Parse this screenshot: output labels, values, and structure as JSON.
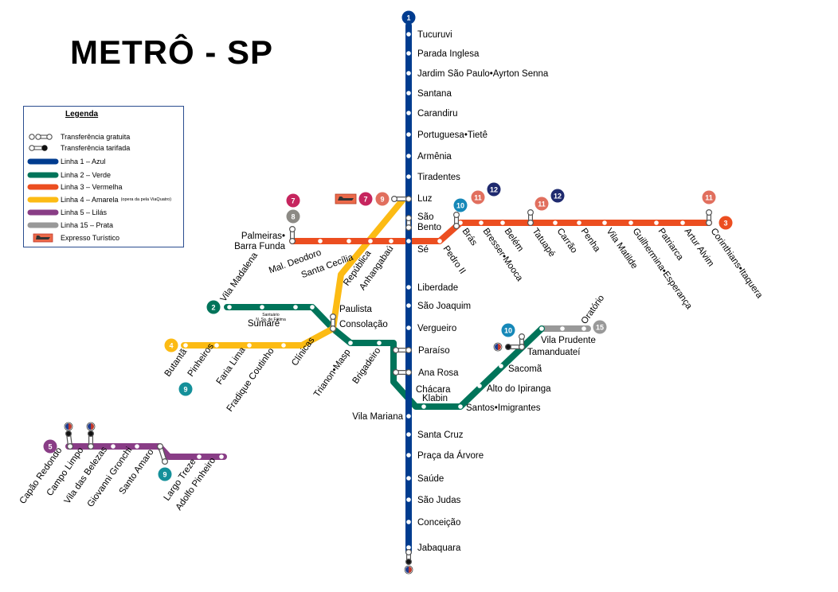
{
  "title": "METRÔ - SP",
  "legend": {
    "title": "Legenda",
    "items": [
      {
        "label": "Transferência gratuita",
        "kind": "free-transfer"
      },
      {
        "label": "Transferência tarifada",
        "kind": "paid-transfer"
      },
      {
        "label": "Linha 1 – Azul",
        "color": "#003C8F",
        "kind": "line"
      },
      {
        "label": "Linha 2 – Verde",
        "color": "#00745A",
        "kind": "line"
      },
      {
        "label": "Linha 3 – Vermelha",
        "color": "#EC4E20",
        "kind": "line"
      },
      {
        "label": "Linha 4 – Amarela",
        "note": "(opera da pela ViaQuatro)",
        "color": "#FCBB14",
        "kind": "line"
      },
      {
        "label": "Linha 5 – Lilás",
        "color": "#893D86",
        "kind": "line"
      },
      {
        "label": "Linha 15 – Prata",
        "color": "#999999",
        "kind": "line"
      },
      {
        "label": "Expresso Turístico",
        "color": "#EC6A4A",
        "kind": "train"
      }
    ]
  },
  "colors": {
    "line1": "#003C8F",
    "line2": "#00745A",
    "line3": "#EC4E20",
    "line4": "#FCBB14",
    "line5": "#893D86",
    "line15": "#999999",
    "line7": "#C6255E",
    "line8": "#8C8A85",
    "line9": "#14909A",
    "line10": "#1688B8",
    "line11": "#E16F5E",
    "line12": "#1F2A6F",
    "tourist": "#EC6A4A"
  },
  "line_badges": [
    "1",
    "2",
    "3",
    "4",
    "5",
    "15",
    "7",
    "8",
    "9",
    "10",
    "11",
    "12"
  ],
  "stations": {
    "l1": [
      "Tucuruvi",
      "Parada Inglesa",
      "Jardim São Paulo•Ayrton Senna",
      "Santana",
      "Carandiru",
      "Portuguesa•Tietê",
      "Armênia",
      "Tiradentes",
      "Luz",
      "São Bento",
      "Sé",
      "Liberdade",
      "São Joaquim",
      "Vergueiro",
      "Paraíso",
      "Ana Rosa",
      "Vila Mariana",
      "Santa Cruz",
      "Praça da Árvore",
      "Saúde",
      "São Judas",
      "Conceição",
      "Jabaquara"
    ],
    "l3": [
      "Palmeiras• Barra Funda",
      "Mal. Deodoro",
      "Santa Cecília",
      "República",
      "Anhangabaú",
      "Pedro II",
      "Brás",
      "Bresser•Mooca",
      "Belém",
      "Tatuapé",
      "Carrão",
      "Penha",
      "Vila Matilde",
      "Guilhermina•Esperança",
      "Patriarca",
      "Artur Alvim",
      "Corinthians•Itaquera"
    ],
    "l2": [
      "Vila Madalena",
      "Sumaré",
      "Santuário N. Sa. de Fátima",
      "Clínicas",
      "Paulista",
      "Consolação",
      "Trianon•Masp",
      "Brigadeiro",
      "Chácara Klabin",
      "Santos•Imigrantes",
      "Alto do Ipiranga",
      "Sacomã",
      "Tamanduateí",
      "Vila Prudente"
    ],
    "l4": [
      "Butantã",
      "Pinheiros",
      "Faria Lima",
      "Fradique Coutinho"
    ],
    "l5": [
      "Capão Redondo",
      "Campo Limpo",
      "Vila das Belezas",
      "Giovanni Gronchi",
      "Santo Amaro",
      "Largo Treze",
      "Adolfo Pinheiro"
    ],
    "l15": [
      "Oratório"
    ]
  }
}
